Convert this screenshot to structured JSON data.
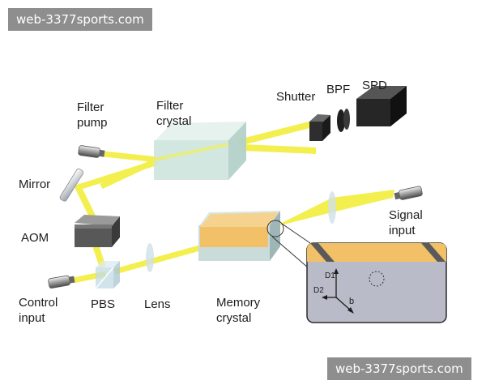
{
  "watermark": {
    "top": "web-3377sports.com",
    "bottom": "web-3377sports.com"
  },
  "labels": {
    "filter_pump": "Filter\npump",
    "filter_crystal": "Filter\ncrystal",
    "shutter": "Shutter",
    "bpf": "BPF",
    "spd": "SPD",
    "mirror": "Mirror",
    "aom": "AOM",
    "control_input": "Control\ninput",
    "pbs": "PBS",
    "lens": "Lens",
    "memory_crystal": "Memory\ncrystal",
    "signal_input": "Signal\ninput"
  },
  "inset": {
    "axis_d1": "D1",
    "axis_d2": "D2",
    "axis_b": "b"
  },
  "colors": {
    "beam": "#f2ef4e",
    "crystal_glass": "#cfe6de",
    "memory_doping": "#f2c067",
    "inset_bg": "#b9bcc8",
    "component_dark": "#2a2a2a"
  }
}
